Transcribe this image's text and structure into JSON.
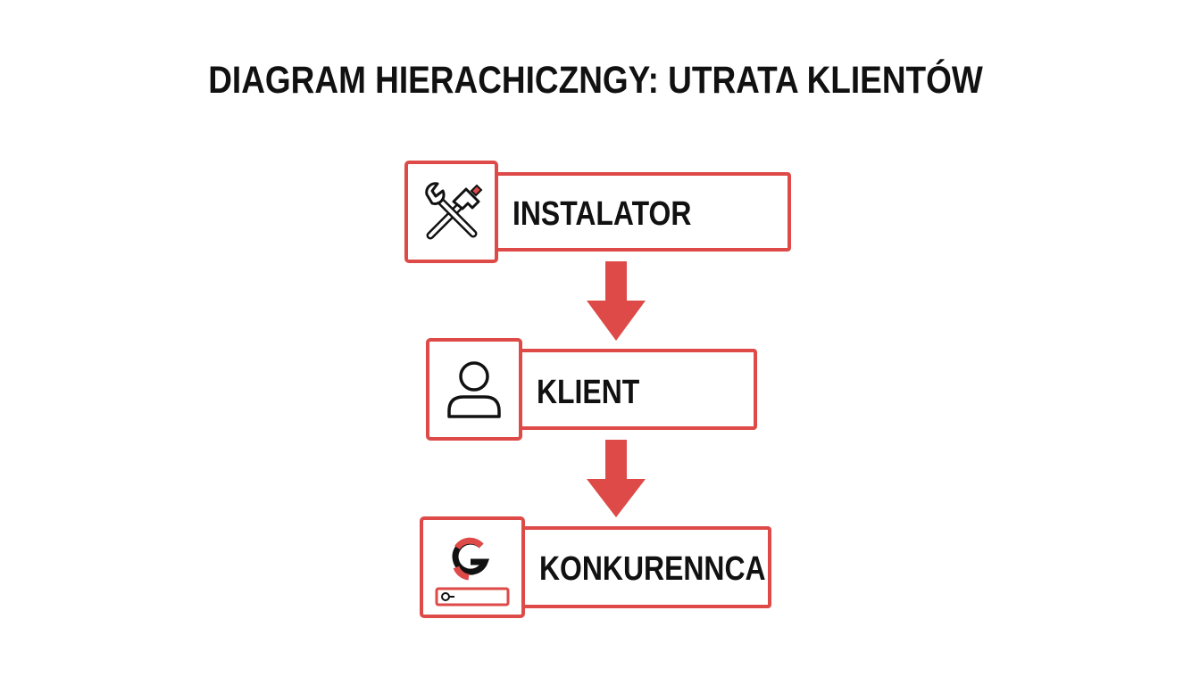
{
  "diagram": {
    "title": "DIAGRAM HIERACHICZNGY: UTRATA KLIENTÓW",
    "nodes": [
      {
        "label": "INSTALATOR",
        "icon": "tools-icon"
      },
      {
        "label": "KLIENT",
        "icon": "user-icon"
      },
      {
        "label": "KONKURENNCA",
        "icon": "google-search-icon"
      }
    ],
    "edges": [
      {
        "from": "INSTALATOR",
        "to": "KLIENT"
      },
      {
        "from": "KLIENT",
        "to": "KONKURENNCA"
      }
    ],
    "colors": {
      "accent": "#dd4a48",
      "text": "#111111",
      "background": "#ffffff"
    }
  }
}
